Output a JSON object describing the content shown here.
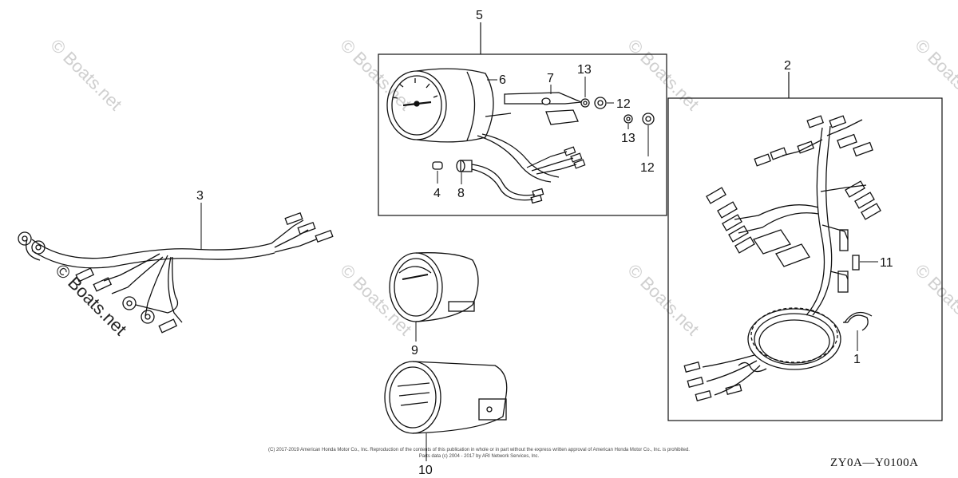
{
  "watermark": "© Boats.net",
  "callouts": {
    "n1": "1",
    "n2": "2",
    "n3": "3",
    "n4": "4",
    "n5": "5",
    "n6": "6",
    "n7": "7",
    "n8": "8",
    "n9": "9",
    "n10": "10",
    "n11": "11",
    "n12a": "12",
    "n12b": "12",
    "n13a": "13",
    "n13b": "13"
  },
  "copyright": {
    "line1": "(C) 2017-2019 American Honda Motor Co., Inc. Reproduction of the contents of this publication in whole or in part without the express written approval of American Honda Motor Co., Inc. is prohibited.",
    "line2": "Parts data (c) 2004 - 2017 by ARI Network Services, Inc."
  },
  "diagram_code": "ZY0A—Y0100A"
}
